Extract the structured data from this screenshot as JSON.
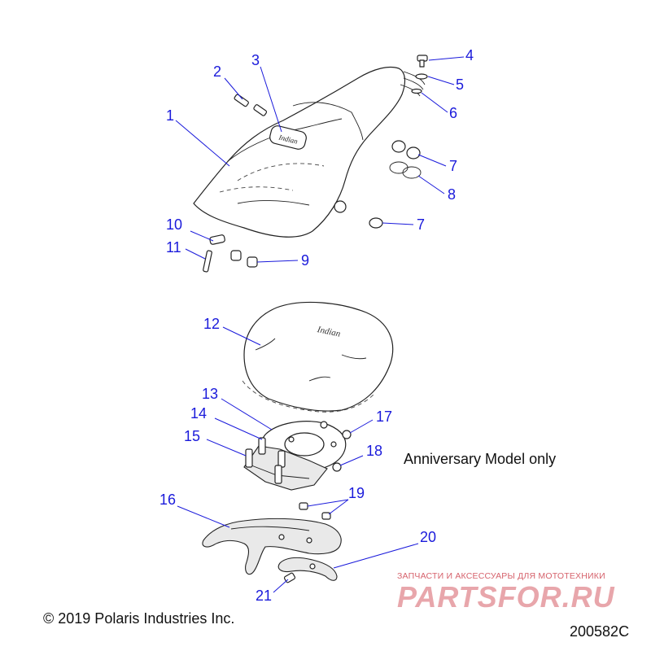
{
  "callouts": [
    {
      "id": "1",
      "label": "1"
    },
    {
      "id": "2",
      "label": "2"
    },
    {
      "id": "3",
      "label": "3"
    },
    {
      "id": "4",
      "label": "4"
    },
    {
      "id": "5",
      "label": "5"
    },
    {
      "id": "6",
      "label": "6"
    },
    {
      "id": "7a",
      "label": "7"
    },
    {
      "id": "8",
      "label": "8"
    },
    {
      "id": "7b",
      "label": "7"
    },
    {
      "id": "9",
      "label": "9"
    },
    {
      "id": "10",
      "label": "10"
    },
    {
      "id": "11",
      "label": "11"
    },
    {
      "id": "12",
      "label": "12"
    },
    {
      "id": "13",
      "label": "13"
    },
    {
      "id": "14",
      "label": "14"
    },
    {
      "id": "15",
      "label": "15"
    },
    {
      "id": "17",
      "label": "17"
    },
    {
      "id": "18",
      "label": "18"
    },
    {
      "id": "16",
      "label": "16"
    },
    {
      "id": "19",
      "label": "19"
    },
    {
      "id": "20",
      "label": "20"
    },
    {
      "id": "21",
      "label": "21"
    }
  ],
  "note": "Anniversary Model only",
  "copyright": "© 2019 Polaris Industries Inc.",
  "figure_number": "200582C",
  "logos": {
    "seat": "Indian",
    "backrest": "Indian"
  },
  "watermark": {
    "subtitle": "ЗАПЧАСТИ И АКСЕССУАРЫ ДЛЯ МОТОТЕХНИКИ",
    "brand": "PARTSFOR.RU"
  },
  "colors": {
    "callout": "#1a1adb",
    "line": "#222222",
    "watermark": "#e8a6ab"
  }
}
